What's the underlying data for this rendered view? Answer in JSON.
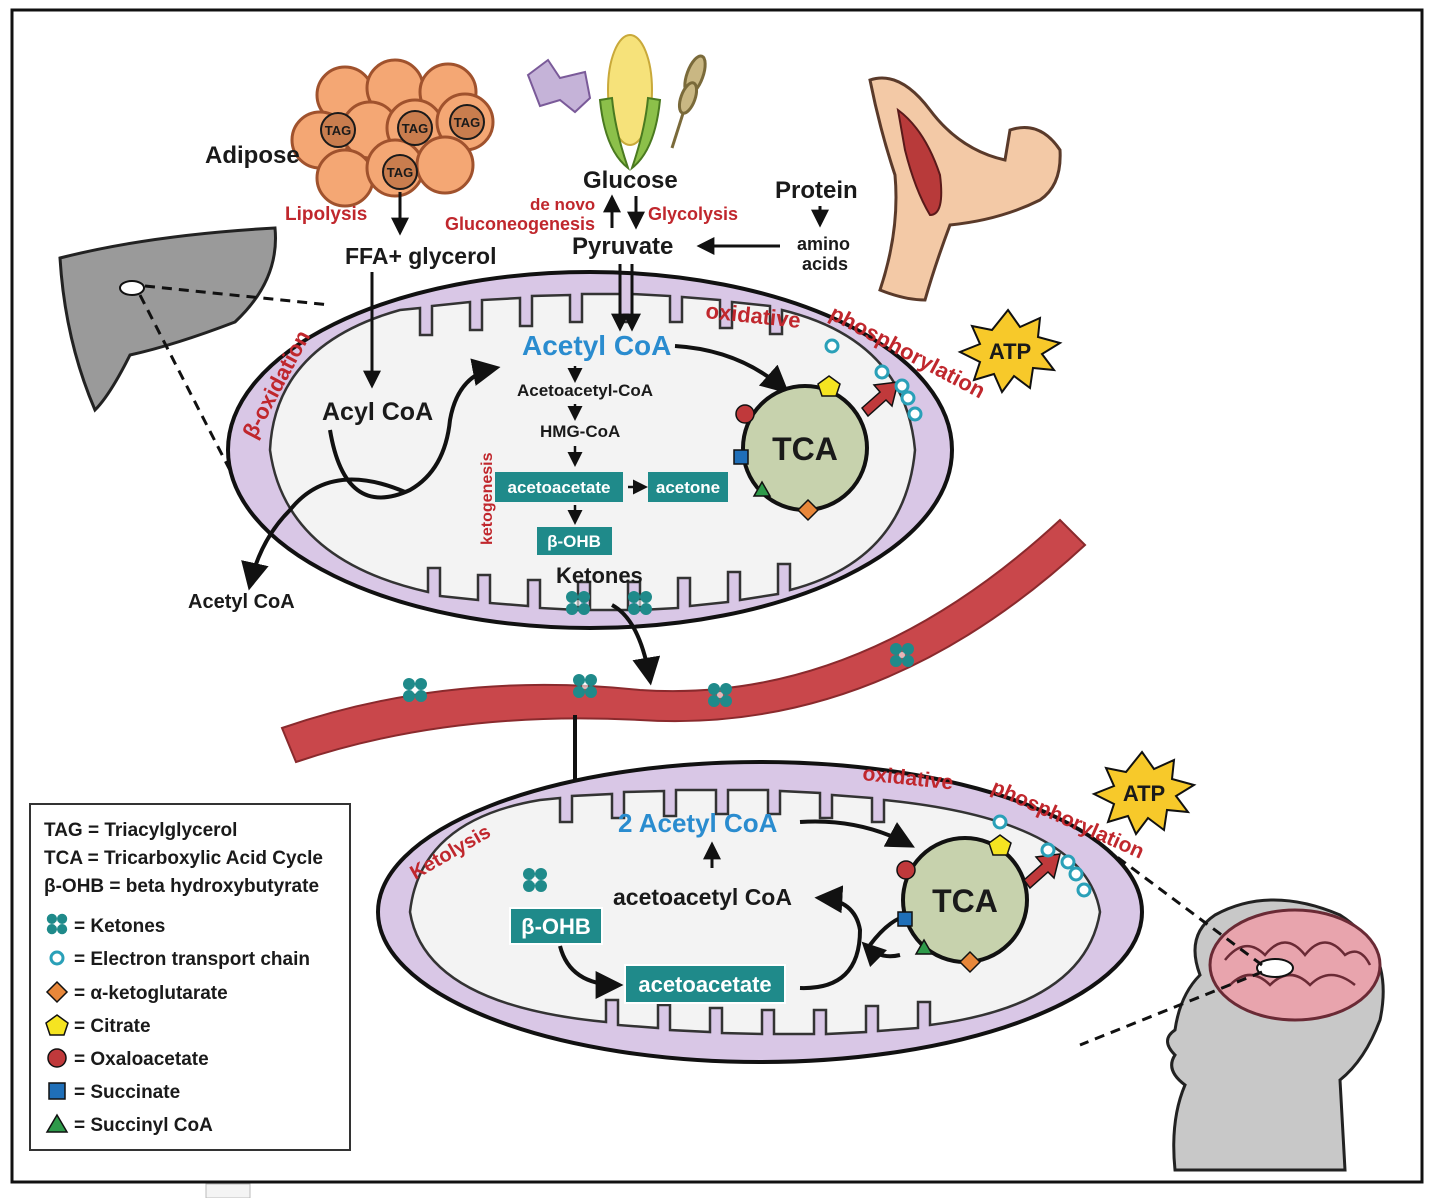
{
  "labels": {
    "adipose": "Adipose",
    "tag": "TAG",
    "lipolysis": "Lipolysis",
    "ffa_glycerol": "FFA+ glycerol",
    "glucose": "Glucose",
    "de_novo": "de novo",
    "gluconeogenesis": "Gluconeogenesis",
    "glycolysis": "Glycolysis",
    "pyruvate": "Pyruvate",
    "protein": "Protein",
    "amino": "amino",
    "acids": "acids",
    "beta_oxidation": "β-oxidation",
    "oxidative": "oxidative",
    "phosphorylation": "phosphorylation",
    "atp": "ATP",
    "acyl_coa": "Acyl CoA",
    "acetyl_coa_top": "Acetyl CoA",
    "acetoacetyl_coa": "Acetoacetyl-CoA",
    "hmg_coa": "HMG-CoA",
    "acetoacetate": "acetoacetate",
    "acetone": "acetone",
    "bohb": "β-OHB",
    "ketogenesis": "ketogenesis",
    "ketones": "Ketones",
    "acetyl_coa_out": "Acetyl CoA",
    "tca": "TCA",
    "ketolysis": "Ketolysis",
    "two_acetyl_coa": "2 Acetyl CoA",
    "acetoacetyl_coa_lower": "acetoacetyl CoA",
    "acetoacetate_lower": "acetoacetate",
    "bohb_lower": "β-OHB"
  },
  "legend": {
    "definitions": [
      "TAG = Triacylglycerol",
      "TCA = Tricarboxylic Acid Cycle",
      "β-OHB = beta hydroxybutyrate"
    ],
    "items": [
      {
        "icon": "ketone-cluster-icon",
        "text": "= Ketones",
        "color": "#1f8a8a"
      },
      {
        "icon": "ring-icon",
        "text": "= Electron transport chain",
        "color": "#5ec4d8"
      },
      {
        "icon": "diamond-icon",
        "text": "= α-ketoglutarate",
        "color": "#e8873a"
      },
      {
        "icon": "pentagon-icon",
        "text": "= Citrate",
        "color": "#f5e421"
      },
      {
        "icon": "circle-icon",
        "text": "= Oxaloacetate",
        "color": "#c0393b"
      },
      {
        "icon": "square-icon",
        "text": "= Succinate",
        "color": "#1f6fb8"
      },
      {
        "icon": "triangle-icon",
        "text": "= Succinyl CoA",
        "color": "#2e9a4a"
      }
    ]
  },
  "colors": {
    "membrane": "#d9c7e6",
    "matrix": "#f3f3f3",
    "teal_box": "#1f8a8a",
    "tca_fill": "#c7d2ad",
    "blood_vessel": "#c9474b",
    "atp_fill": "#f7c92a",
    "fat_cell": "#f4a774",
    "red_text": "#c0272d",
    "blue_text": "#2a8ccf"
  }
}
